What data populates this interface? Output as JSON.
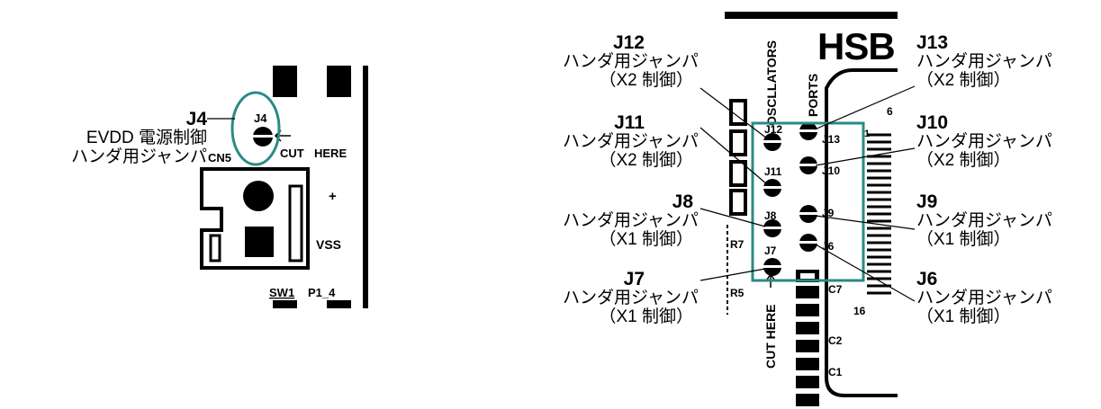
{
  "left_diagram": {
    "board_labels": {
      "jumper": "J4",
      "cut": "CUT",
      "here": "HERE",
      "connector": "CN5",
      "plus": "+",
      "vss": "VSS",
      "switch": "SW1",
      "pin": "P1_4"
    },
    "callout": {
      "id": "J4",
      "line1": "EVDD 電源制御",
      "line2": "ハンダ用ジャンパ"
    }
  },
  "right_diagram": {
    "board_labels": {
      "oscillators": "OSCLLATORS",
      "ports": "PORTS",
      "hsb": "HSB",
      "cut_here": "CUT HERE",
      "j12": "J12",
      "j11": "J11",
      "j8": "J8",
      "j7": "J7",
      "j13": "J13",
      "j10": "J10",
      "j9": "J9",
      "j6": "J6",
      "r7": "R7",
      "r5": "R5",
      "c7": "C7",
      "c2": "C2",
      "c1": "C1",
      "num16": "16",
      "num1": "1",
      "num6": "6"
    },
    "callouts_left": [
      {
        "id": "J12",
        "line1": "ハンダ用ジャンパ",
        "line2": "（X2 制御）"
      },
      {
        "id": "J11",
        "line1": "ハンダ用ジャンパ",
        "line2": "（X2 制御）"
      },
      {
        "id": "J8",
        "line1": "ハンダ用ジャンパ",
        "line2": "（X1 制御）"
      },
      {
        "id": "J7",
        "line1": "ハンダ用ジャンパ",
        "line2": "（X1 制御）"
      }
    ],
    "callouts_right": [
      {
        "id": "J13",
        "line1": "ハンダ用ジャンパ",
        "line2": "（X2 制御）"
      },
      {
        "id": "J10",
        "line1": "ハンダ用ジャンパ",
        "line2": "（X2 制御）"
      },
      {
        "id": "J9",
        "line1": "ハンダ用ジャンパ",
        "line2": "（X1 制御）"
      },
      {
        "id": "J6",
        "line1": "ハンダ用ジャンパ",
        "line2": "（X1 制御）"
      }
    ]
  },
  "colors": {
    "highlight": "#2a8a86",
    "ink": "#000000",
    "board": "#ffffff"
  }
}
